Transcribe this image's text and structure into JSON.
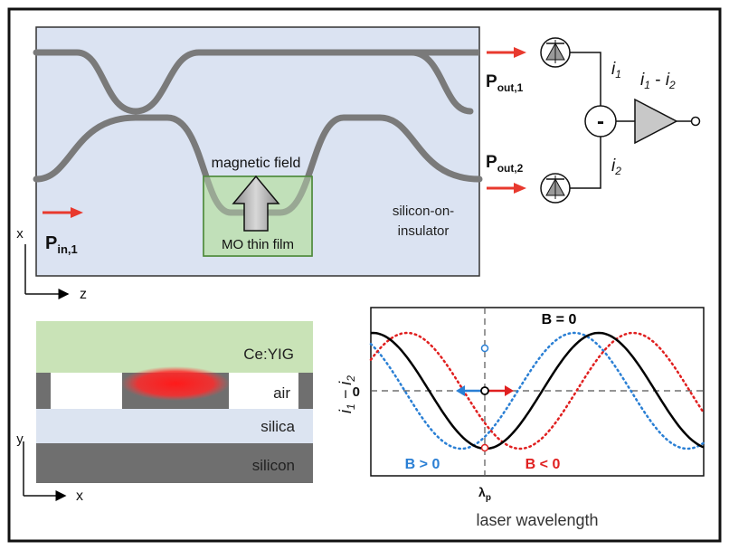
{
  "colors": {
    "chip_fill": "#dbe3f2",
    "film_fill": "#bfe0b4",
    "waveguide": "#7a7a7a",
    "arrow_red": "#e8392e",
    "cladding_green": "#c9e3b7",
    "silica": "#dce4f1",
    "silicon": "#6f6f6f",
    "mode_red": "#ff1a1a",
    "curve_black": "#000000",
    "curve_blue": "#2a7fd4",
    "curve_red": "#e02020",
    "amp_fill": "#c8c8c8"
  },
  "interferometer": {
    "p_in": {
      "main": "P",
      "sub": "in,1"
    },
    "p_out1": {
      "main": "P",
      "sub": "out,1"
    },
    "p_out2": {
      "main": "P",
      "sub": "out,2"
    },
    "magnetic_field": "magnetic field",
    "mo_film": "MO thin film",
    "substrate_line1": "silicon-on-",
    "substrate_line2": "insulator",
    "axis_x": "x",
    "axis_z": "z"
  },
  "detection": {
    "i1": {
      "main": "i",
      "sub": "1"
    },
    "i2": {
      "main": "i",
      "sub": "2"
    },
    "minus": "-",
    "diff": {
      "i": "i",
      "s1": "1",
      "dash": " - ",
      "i2": "i",
      "s2": "2"
    }
  },
  "cross_section": {
    "ceyig": "Ce:YIG",
    "air": "air",
    "silica": "silica",
    "silicon": "silicon",
    "axis_y": "y",
    "axis_x": "x"
  },
  "chart_data": {
    "type": "line",
    "xlabel": "laser wavelength",
    "ylabel": "i1 − i2",
    "ytick": "0",
    "x_marker": {
      "main": "λ",
      "sub": "p"
    },
    "series": [
      {
        "name": "B = 0",
        "style": "solid",
        "color": "#000000"
      },
      {
        "name": "B > 0",
        "style": "dotted",
        "color": "#2a7fd4"
      },
      {
        "name": "B < 0",
        "style": "dotted",
        "color": "#e02020"
      }
    ]
  }
}
